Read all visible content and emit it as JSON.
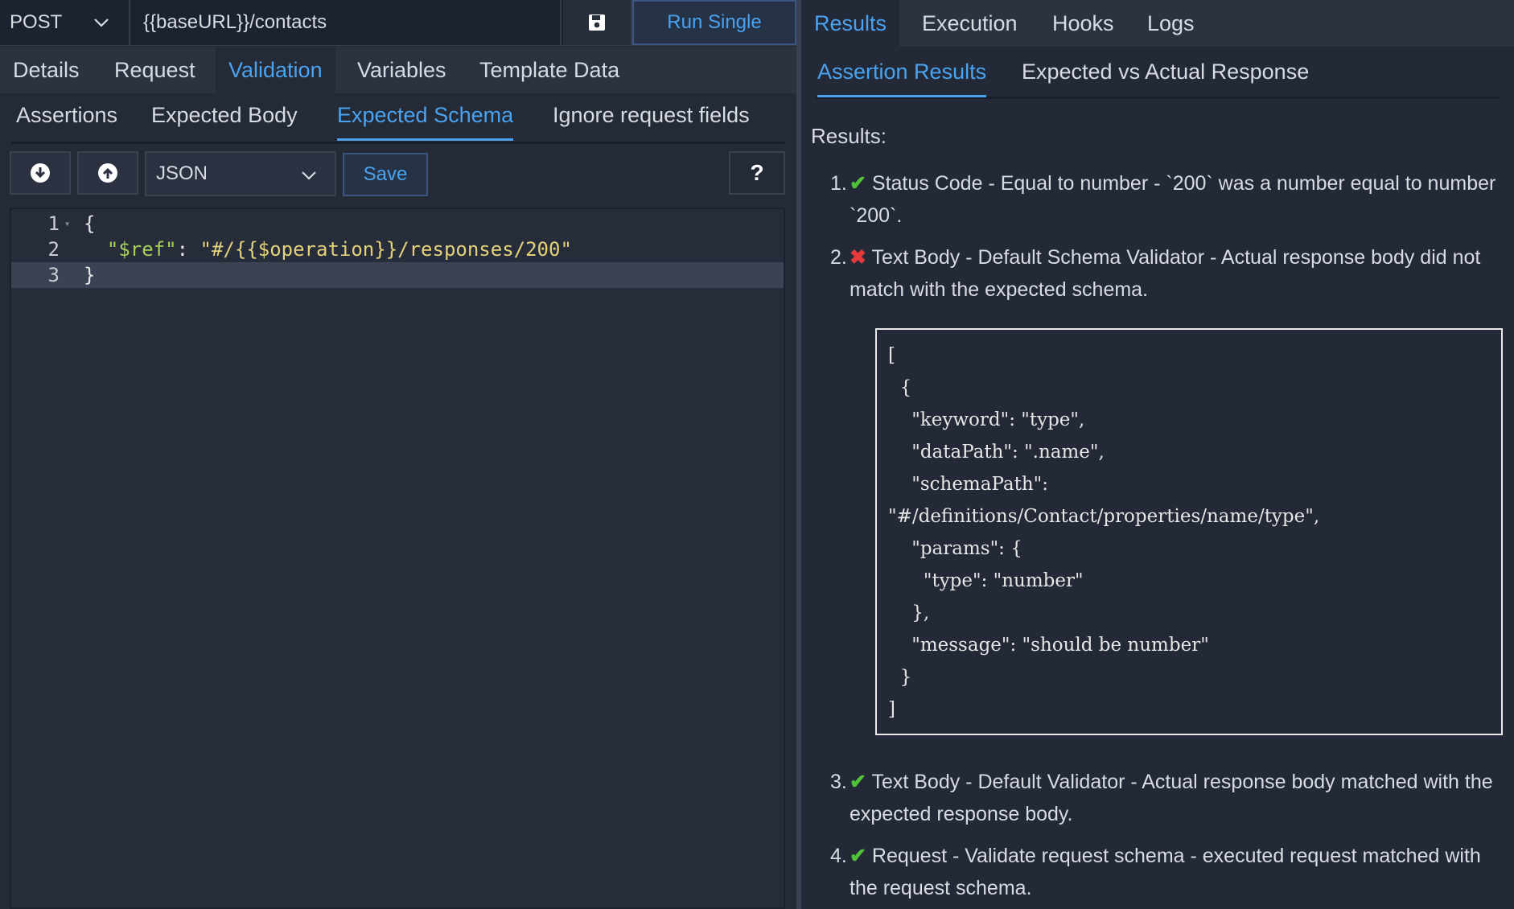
{
  "request": {
    "method": "POST",
    "url": "{{baseURL}}/contacts",
    "run_label": "Run Single"
  },
  "main_tabs": [
    "Details",
    "Request",
    "Validation",
    "Variables",
    "Template Data"
  ],
  "sub_tabs": [
    "Assertions",
    "Expected Body",
    "Expected Schema",
    "Ignore request fields"
  ],
  "toolbar": {
    "format": "JSON",
    "save_label": "Save",
    "help_label": "?"
  },
  "editor": {
    "line_numbers": [
      "1",
      "2",
      "3"
    ],
    "line1": "{",
    "line2_key": "\"$ref\"",
    "line2_colon": ": ",
    "line2_value": "\"#/{{$operation}}/responses/200\"",
    "line3": "}"
  },
  "right_tabs": [
    "Results",
    "Execution",
    "Hooks",
    "Logs"
  ],
  "right_sub_tabs": [
    "Assertion Results",
    "Expected vs Actual Response"
  ],
  "results": {
    "label": "Results:",
    "items": [
      {
        "num": "1.",
        "status": "pass",
        "text": "Status Code - Equal to number - `200` was a number equal to number `200`."
      },
      {
        "num": "2.",
        "status": "fail",
        "text": "Text Body - Default Schema Validator - Actual response body did not match with the expected schema."
      },
      {
        "num": "3.",
        "status": "pass",
        "text": "Text Body - Default Validator - Actual response body matched with the expected response body."
      },
      {
        "num": "4.",
        "status": "pass",
        "text": "Request - Validate request schema - executed request matched with the request schema."
      }
    ],
    "error_json": "[\n  {\n    \"keyword\": \"type\",\n    \"dataPath\": \".name\",\n    \"schemaPath\":\n\"#/definitions/Contact/properties/name/type\",\n    \"params\": {\n      \"type\": \"number\"\n    },\n    \"message\": \"should be number\"\n  }\n]"
  },
  "colors": {
    "accent": "#4aa3f0",
    "pass": "#4fc23a",
    "fail": "#e43a3a",
    "background": "#242a36"
  }
}
